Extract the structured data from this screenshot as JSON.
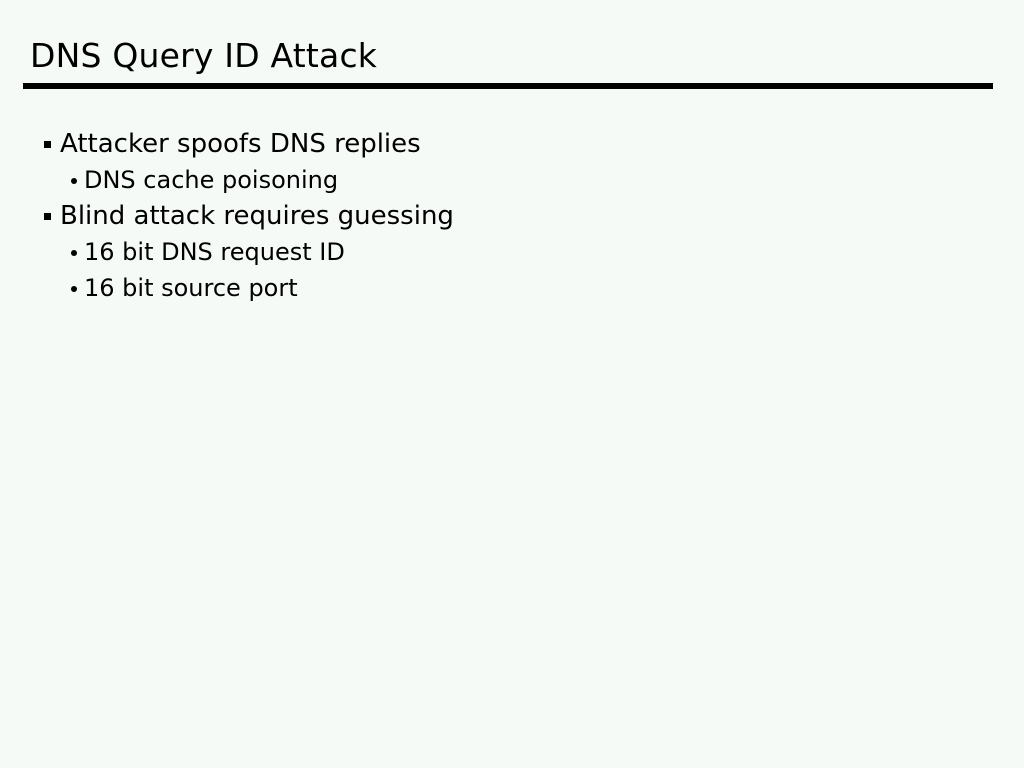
{
  "slide": {
    "title": "DNS Query ID Attack",
    "background_color": "#f5faf7",
    "text_color": "#000000",
    "rule_color": "#000000",
    "bullets": [
      {
        "level": 1,
        "marker": "square-bullet",
        "text": "Attacker spoofs DNS replies"
      },
      {
        "level": 2,
        "marker": "round-bullet",
        "text": "DNS cache poisoning"
      },
      {
        "level": 1,
        "marker": "square-bullet",
        "text": "Blind attack requires guessing"
      },
      {
        "level": 2,
        "marker": "round-bullet",
        "text": "16 bit DNS request ID"
      },
      {
        "level": 2,
        "marker": "round-bullet",
        "text": "16 bit source port"
      }
    ]
  }
}
